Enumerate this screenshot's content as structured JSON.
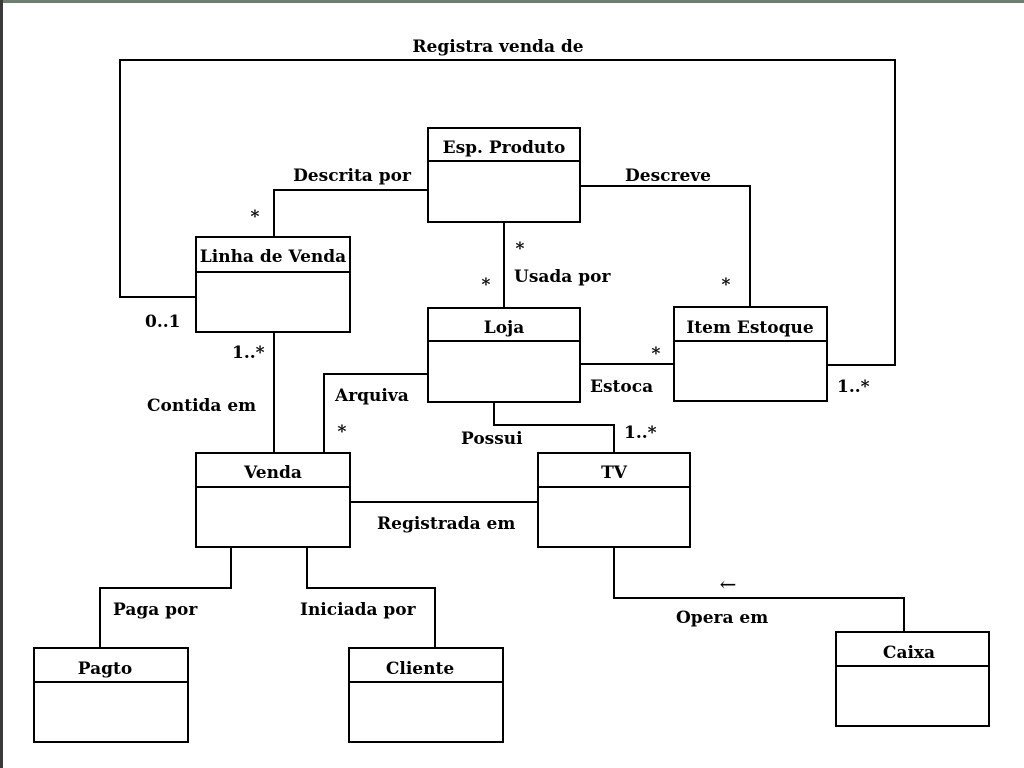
{
  "classes": {
    "esp_produto": "Esp. Produto",
    "linha_de_venda": "Linha de Venda",
    "loja": "Loja",
    "item_estoque": "Item Estoque",
    "venda": "Venda",
    "tv": "TV",
    "pagto": "Pagto",
    "cliente": "Cliente",
    "caixa": "Caixa"
  },
  "associations": {
    "registra_venda_de": "Registra venda de",
    "descrita_por": "Descrita por",
    "descreve": "Descreve",
    "usada_por": "Usada por",
    "contida_em": "Contida em",
    "arquiva": "Arquiva",
    "estoca": "Estoca",
    "possui": "Possui",
    "registrada_em": "Registrada em",
    "paga_por": "Paga por",
    "iniciada_por": "Iniciada por",
    "opera_em": "Opera em",
    "opera_em_arrow": "←"
  },
  "multiplicities": {
    "descrita_linha": "*",
    "usada_esp": "*",
    "usada_loja": "*",
    "descreve_item": "*",
    "registra_linha": "0..1",
    "contida_linha": "1..*",
    "estoca_item": "*",
    "registra_item": "1..*",
    "arquiva_venda": "*",
    "possui_tv": "1..*"
  }
}
